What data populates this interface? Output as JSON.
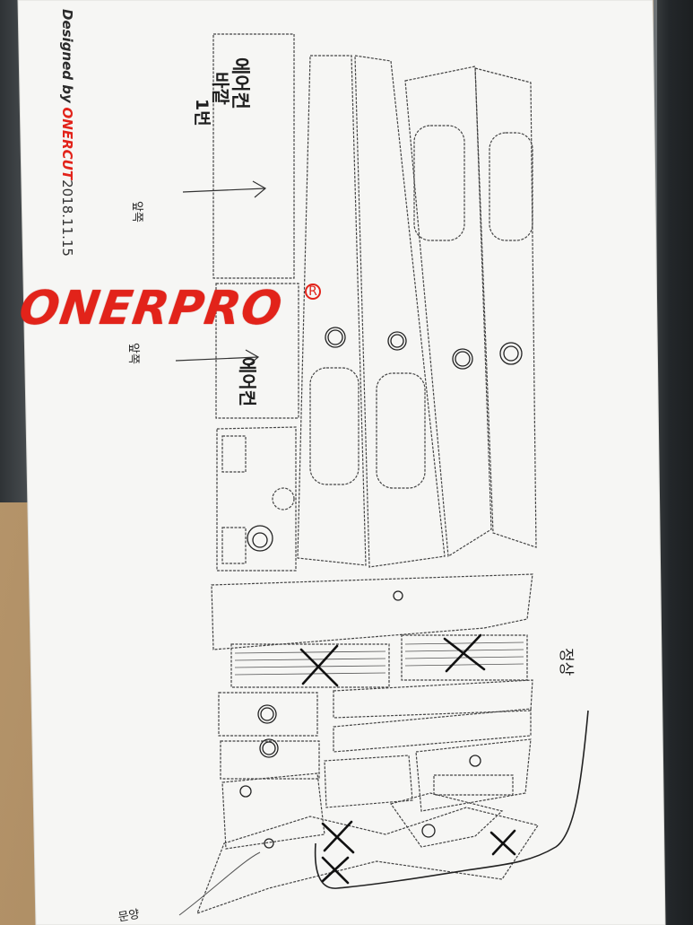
{
  "watermark": {
    "brand": "ONERPRO",
    "registered_mark": "R",
    "designed_by_prefix": "Designed by",
    "designed_by_company": "ONERCUT",
    "date": "2018.11.15"
  },
  "handwriting": {
    "note_top_a": "에어컨",
    "note_top_b": "바깥",
    "note_top_c": "1번",
    "note_mid": "에어컨",
    "note_side_a": "앞쪽",
    "note_side_b": "앞쪽",
    "note_right": "정상",
    "note_bottom": "문양"
  },
  "colors": {
    "brand_red": "#e2231a",
    "paper": "#f6f6f4",
    "desk": "#a6865e",
    "ink": "#1f1f1f"
  }
}
